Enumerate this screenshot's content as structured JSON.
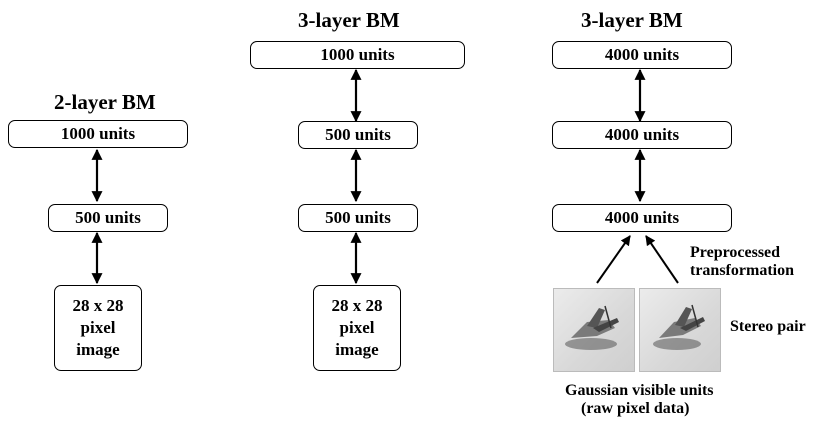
{
  "panel1": {
    "title": "2-layer BM",
    "top_layer": "1000 units",
    "hidden_layer": "500 units",
    "input": [
      "28 x 28",
      "pixel",
      "image"
    ]
  },
  "panel2": {
    "title": "3-layer BM",
    "top_layer": "1000 units",
    "middle_layer": "500 units",
    "bottom_layer": "500 units",
    "input": [
      "28 x 28",
      "pixel",
      "image"
    ]
  },
  "panel3": {
    "title": "3-layer BM",
    "top_layer": "4000 units",
    "middle_layer": "4000 units",
    "bottom_layer": "4000 units",
    "transform_label": [
      "Preprocessed",
      "transformation"
    ],
    "stereo_label": "Stereo pair",
    "visible_label": [
      "Gaussian visible units",
      "(raw pixel data)"
    ]
  }
}
